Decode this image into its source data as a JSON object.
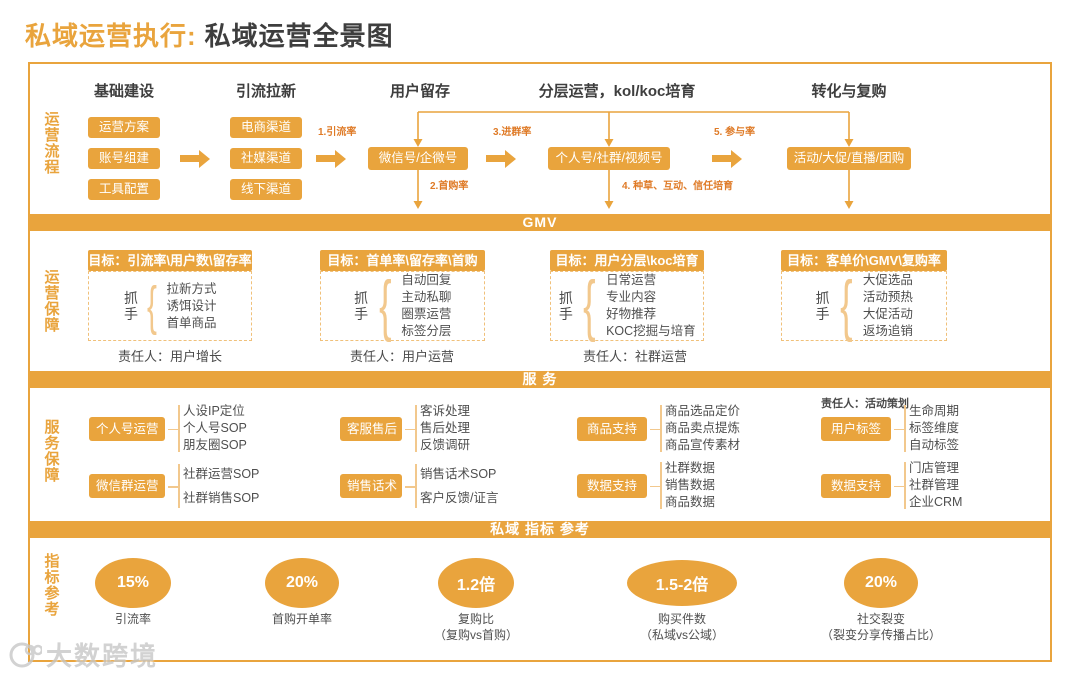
{
  "title": {
    "prefix": "私域运营执行:",
    "main": "私域运营全景图"
  },
  "colors": {
    "primary": "#E9A43D",
    "label_orange": "#DF7A26",
    "light_orange": "#F2C88D",
    "dark_text": "#3E3E3E"
  },
  "bars": {
    "gmv": "GMV",
    "service": "服 务",
    "metrics": "私域 指标 参考"
  },
  "flow": {
    "side_label": "运营流程",
    "headers": [
      "基础建设",
      "引流拉新",
      "用户留存",
      "分层运营，kol/koc培育",
      "转化与复购"
    ],
    "col1_items": [
      "运营方案",
      "账号组建",
      "工具配置"
    ],
    "col2_items": [
      "电商渠道",
      "社媒渠道",
      "线下渠道"
    ],
    "node_retention": "微信号/企微号",
    "node_layered": "个人号/社群/视频号",
    "node_convert": "活动/大促/直播/团购",
    "labels": {
      "l1": "1.引流率",
      "l2": "2.首购率",
      "l3": "3.进群率",
      "l4": "4. 种草、互动、信任培育",
      "l5": "5. 参与率"
    }
  },
  "assurance": {
    "side_label": "运营保障",
    "blocks": [
      {
        "goal": "目标：引流率\\用户数\\留存率",
        "handle": "抓手",
        "items": [
          "拉新方式",
          "诱饵设计",
          "首单商品"
        ],
        "owner": "责任人：用户增长"
      },
      {
        "goal": "目标：首单率\\留存率\\首购",
        "handle": "抓手",
        "items": [
          "自动回复",
          "主动私聊",
          "圈票运营",
          "标签分层"
        ],
        "owner": "责任人：用户运营"
      },
      {
        "goal": "目标：用户分层\\koc培育",
        "handle": "抓手",
        "items": [
          "日常运营",
          "专业内容",
          "好物推荐",
          "KOC挖掘与培育"
        ],
        "owner": "责任人：社群运营"
      },
      {
        "goal": "目标：客单价\\GMV\\复购率",
        "handle": "抓手",
        "items": [
          "大促选品",
          "活动预热",
          "大促活动",
          "返场追销"
        ],
        "owner": ""
      }
    ]
  },
  "service": {
    "side_label": "服务保障",
    "owner_note": "责任人：活动策划",
    "groups": [
      {
        "box": "个人号运营",
        "items": [
          "人设IP定位",
          "个人号SOP",
          "朋友圈SOP"
        ]
      },
      {
        "box": "微信群运营",
        "items": [
          "社群运营SOP",
          "社群销售SOP"
        ]
      },
      {
        "box": "客服售后",
        "items": [
          "客诉处理",
          "售后处理",
          "反馈调研"
        ]
      },
      {
        "box": "销售话术",
        "items": [
          "销售话术SOP",
          "客户反馈/证言"
        ]
      },
      {
        "box": "商品支持",
        "items": [
          "商品选品定价",
          "商品卖点提炼",
          "商品宣传素材"
        ]
      },
      {
        "box": "数据支持",
        "items": [
          "社群数据",
          "销售数据",
          "商品数据"
        ]
      },
      {
        "box": "用户标签",
        "items": [
          "生命周期",
          "标签维度",
          "自动标签"
        ]
      },
      {
        "box": "数据支持",
        "items": [
          "门店管理",
          "社群管理",
          "企业CRM"
        ]
      }
    ]
  },
  "metrics": {
    "side_label": "指标参考",
    "items": [
      {
        "value": "15%",
        "label": "引流率",
        "sublabel": ""
      },
      {
        "value": "20%",
        "label": "首购开单率",
        "sublabel": ""
      },
      {
        "value": "1.2倍",
        "label": "复购比",
        "sublabel": "（复购vs首购）"
      },
      {
        "value": "1.5-2倍",
        "label": "购买件数",
        "sublabel": "（私域vs公域）"
      },
      {
        "value": "20%",
        "label": "社交裂变",
        "sublabel": "（裂变分享传播占比）"
      }
    ]
  },
  "watermark": {
    "text": "大数跨境"
  }
}
